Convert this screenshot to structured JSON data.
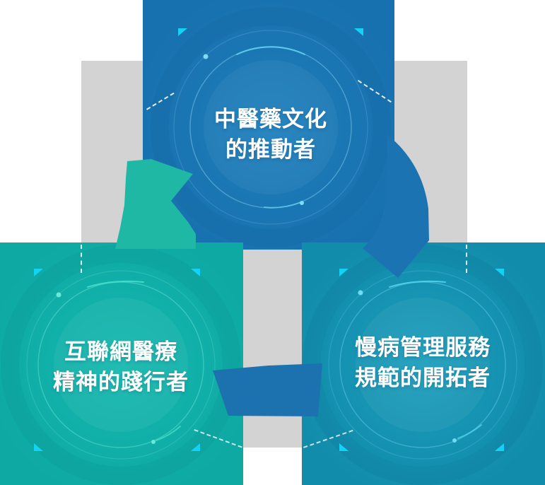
{
  "diagram": {
    "type": "cycle",
    "nodes": [
      {
        "id": "top",
        "line1": "中醫藥文化",
        "line2": "的推動者",
        "color": "#1a76b3"
      },
      {
        "id": "bottom_left",
        "line1": "互聯網醫療",
        "line2": "精神的踐行者",
        "color": "#10afa8"
      },
      {
        "id": "bottom_right",
        "line1": "慢病管理服務",
        "line2": "規範的開拓者",
        "color": "#1592b1"
      }
    ],
    "arrows": [
      {
        "from": "bottom_left",
        "to": "top",
        "color": "#1eb8a5"
      },
      {
        "from": "top",
        "to": "bottom_right",
        "color": "#1b74b1"
      },
      {
        "from": "bottom_right",
        "to": "bottom_left",
        "color": "#1b72ae"
      }
    ],
    "colors": {
      "background": "#ffffff",
      "column_gray": "#d3d3d3",
      "marker_cyan": "#14d2f4",
      "text": "#ffffff"
    }
  }
}
